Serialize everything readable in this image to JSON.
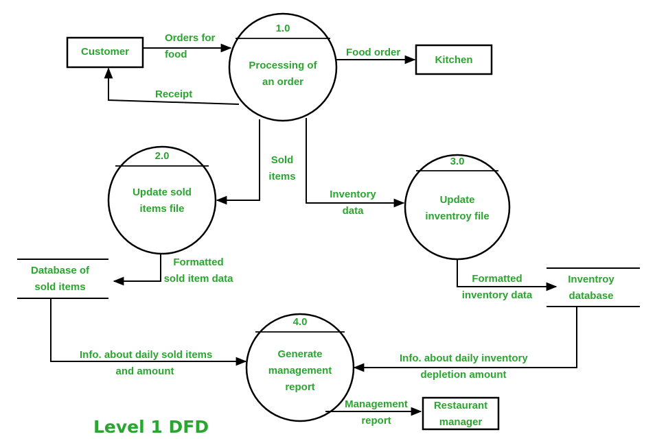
{
  "title": "Level 1 DFD",
  "colors": {
    "label": "#2aa52f",
    "line": "#000000"
  },
  "entities": {
    "customer": "Customer",
    "kitchen": "Kitchen",
    "restaurant_manager": [
      "Restaurant",
      "manager"
    ]
  },
  "processes": {
    "p1": {
      "number": "1.0",
      "name": [
        "Processing of",
        "an order"
      ]
    },
    "p2": {
      "number": "2.0",
      "name": [
        "Update sold",
        "items file"
      ]
    },
    "p3": {
      "number": "3.0",
      "name": [
        "Update",
        "inventroy file"
      ]
    },
    "p4": {
      "number": "4.0",
      "name": [
        "Generate",
        "management",
        "report"
      ]
    }
  },
  "data_stores": {
    "sold_items_db": [
      "Database of",
      "sold items"
    ],
    "inventory_db": [
      "Inventroy",
      "database"
    ]
  },
  "flows": {
    "orders_for_food": [
      "Orders for",
      "food"
    ],
    "receipt": "Receipt",
    "food_order": "Food order",
    "sold_items": [
      "Sold",
      "items"
    ],
    "inventory_data": [
      "Inventory",
      "data"
    ],
    "formatted_sold_item_data": [
      "Formatted",
      "sold item data"
    ],
    "formatted_inventory_data": [
      "Formatted",
      "inventory data"
    ],
    "info_daily_sold": [
      "Info. about daily sold items",
      "and amount"
    ],
    "info_daily_inventory": [
      "Info. about daily inventory",
      "depletion amount"
    ],
    "management_report": [
      "Management",
      "report"
    ]
  }
}
